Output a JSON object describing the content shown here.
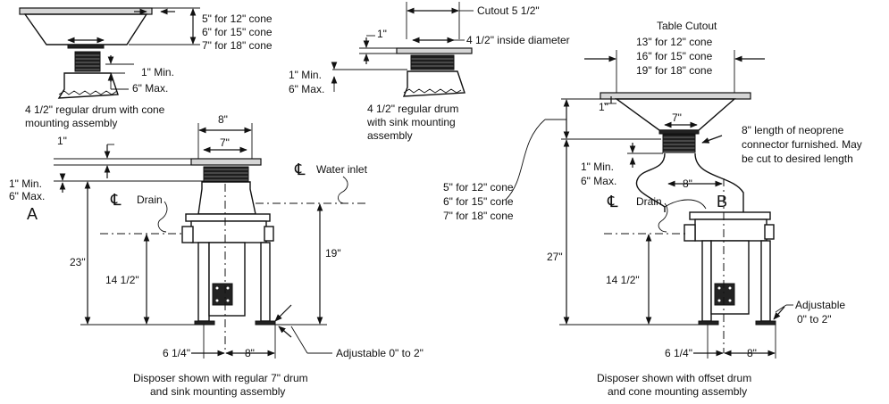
{
  "top_left": {
    "cone_heights": [
      "5\" for 12\" cone",
      "6\" for 15\" cone",
      "7\" for 18\" cone"
    ],
    "min": "1\" Min.",
    "max": "6\" Max.",
    "caption": [
      "4 1/2\" regular drum with cone",
      "mounting assembly"
    ]
  },
  "top_middle": {
    "cutout": "Cutout 5 1/2\"",
    "inside_diameter": "4 1/2\" inside diameter",
    "one_inch": "1\"",
    "min": "1\" Min.",
    "max": "6\" Max.",
    "caption": [
      "4 1/2\" regular drum",
      "with sink mounting",
      "assembly"
    ]
  },
  "left_disposer": {
    "width_8": "8\"",
    "width_7": "7\"",
    "one_inch": "1\"",
    "min": "1\" Min.",
    "max": "6\" Max.",
    "cl_symbol": "℄",
    "water_inlet": "Water inlet",
    "drain": "Drain",
    "label_a": "A",
    "h_23": "23\"",
    "h_14_5": "14 1/2\"",
    "h_19": "19\"",
    "w_6_25": "6 1/4\"",
    "w_8": "8\"",
    "adjustable": "Adjustable 0\" to 2\"",
    "caption": [
      "Disposer shown with regular 7\" drum",
      "and sink mounting assembly"
    ]
  },
  "right_disposer": {
    "table_cutout_title": "Table Cutout",
    "table_cutouts": [
      "13\" for 12\" cone",
      "16\" for 15\" cone",
      "19\" for 18\" cone"
    ],
    "one_inch": "1\"",
    "width_7": "7\"",
    "neoprene_note": [
      "8\" length of neoprene",
      "connector furnished. May",
      "be cut to desired length"
    ],
    "min": "1\" Min.",
    "max": "6\" Max.",
    "cone_heights": [
      "5\" for 12\" cone",
      "6\" for 15\" cone",
      "7\" for 18\" cone"
    ],
    "width_8": "8\"",
    "cl_symbol": "℄",
    "drain": "Drain",
    "label_b": "B",
    "h_27": "27\"",
    "h_14_5": "14 1/2\"",
    "adjustable": [
      "Adjustable",
      "0\" to 2\""
    ],
    "w_6_25": "6 1/4\"",
    "w_8": "8\"",
    "caption": [
      "Disposer shown with offset drum",
      "and cone mounting assembly"
    ]
  }
}
